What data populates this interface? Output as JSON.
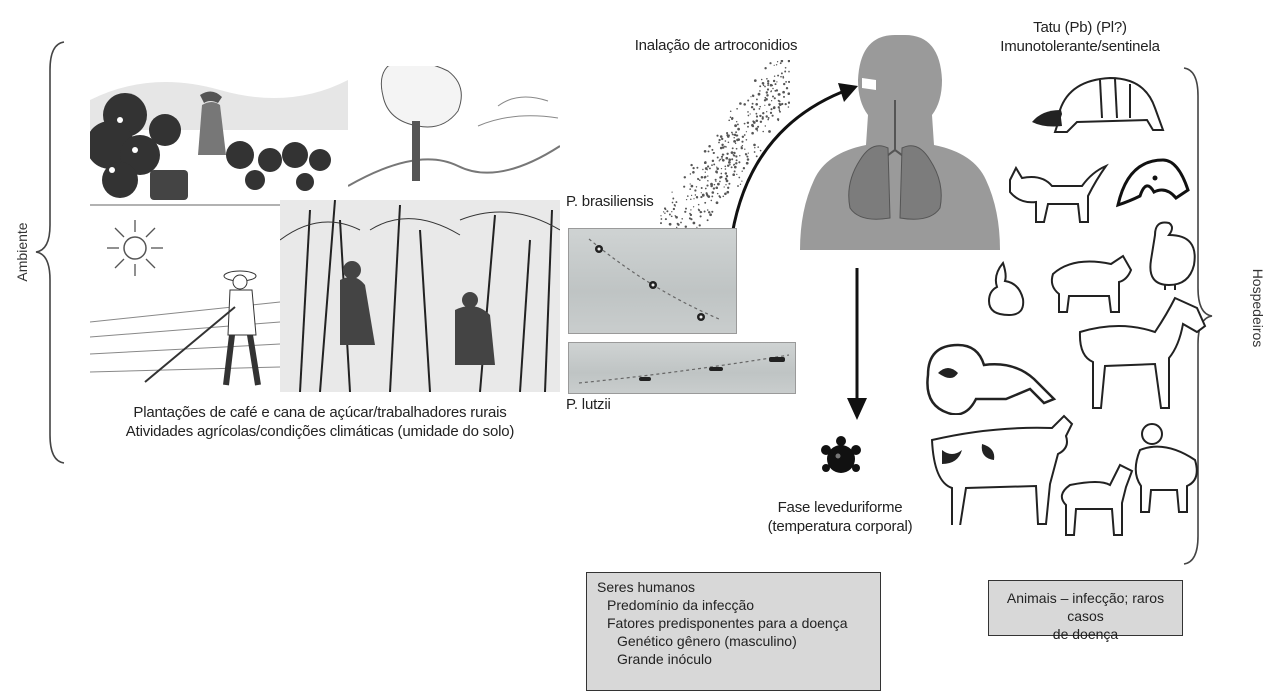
{
  "left_section": {
    "brace_label": "Ambiente",
    "caption_line1": "Plantações de café e cana de açúcar/trabalhadores rurais",
    "caption_line2": "Atividades agrícolas/condições climáticas (umidade do solo)"
  },
  "center_section": {
    "inhalation_label": "Inalação de artroconidios",
    "species_1": "P. brasiliensis",
    "species_2": "P. lutzii",
    "yeast_phase_line1": "Fase leveduriforme",
    "yeast_phase_line2": "(temperatura corporal)",
    "humans_box": {
      "title": "Seres humanos",
      "line1": "Predomínio da infecção",
      "line2": "Fatores predisponentes para a doença",
      "line3": "Genético gênero (masculino)",
      "line4": "Grande inóculo"
    }
  },
  "right_section": {
    "armadillo_line1": "Tatu (Pb) (Pl?)",
    "armadillo_line2": "Imunotolerante/sentinela",
    "brace_label": "Hospedeiros",
    "animals_box_line1": "Animais – infecção; raros casos",
    "animals_box_line2": "de doença"
  },
  "icons": [
    "sun-icon",
    "armadillo-icon",
    "cat-icon",
    "dog-icon",
    "chicken-icon",
    "rabbit-icon",
    "pig-icon",
    "horse-icon",
    "monkey-icon",
    "cow-icon",
    "goat-icon",
    "sheep-icon",
    "yeast-cell-icon",
    "human-lungs-icon"
  ],
  "colors": {
    "box_fill": "#d8d8d8",
    "silhouette": "#9a9a9a",
    "line": "#222222"
  }
}
